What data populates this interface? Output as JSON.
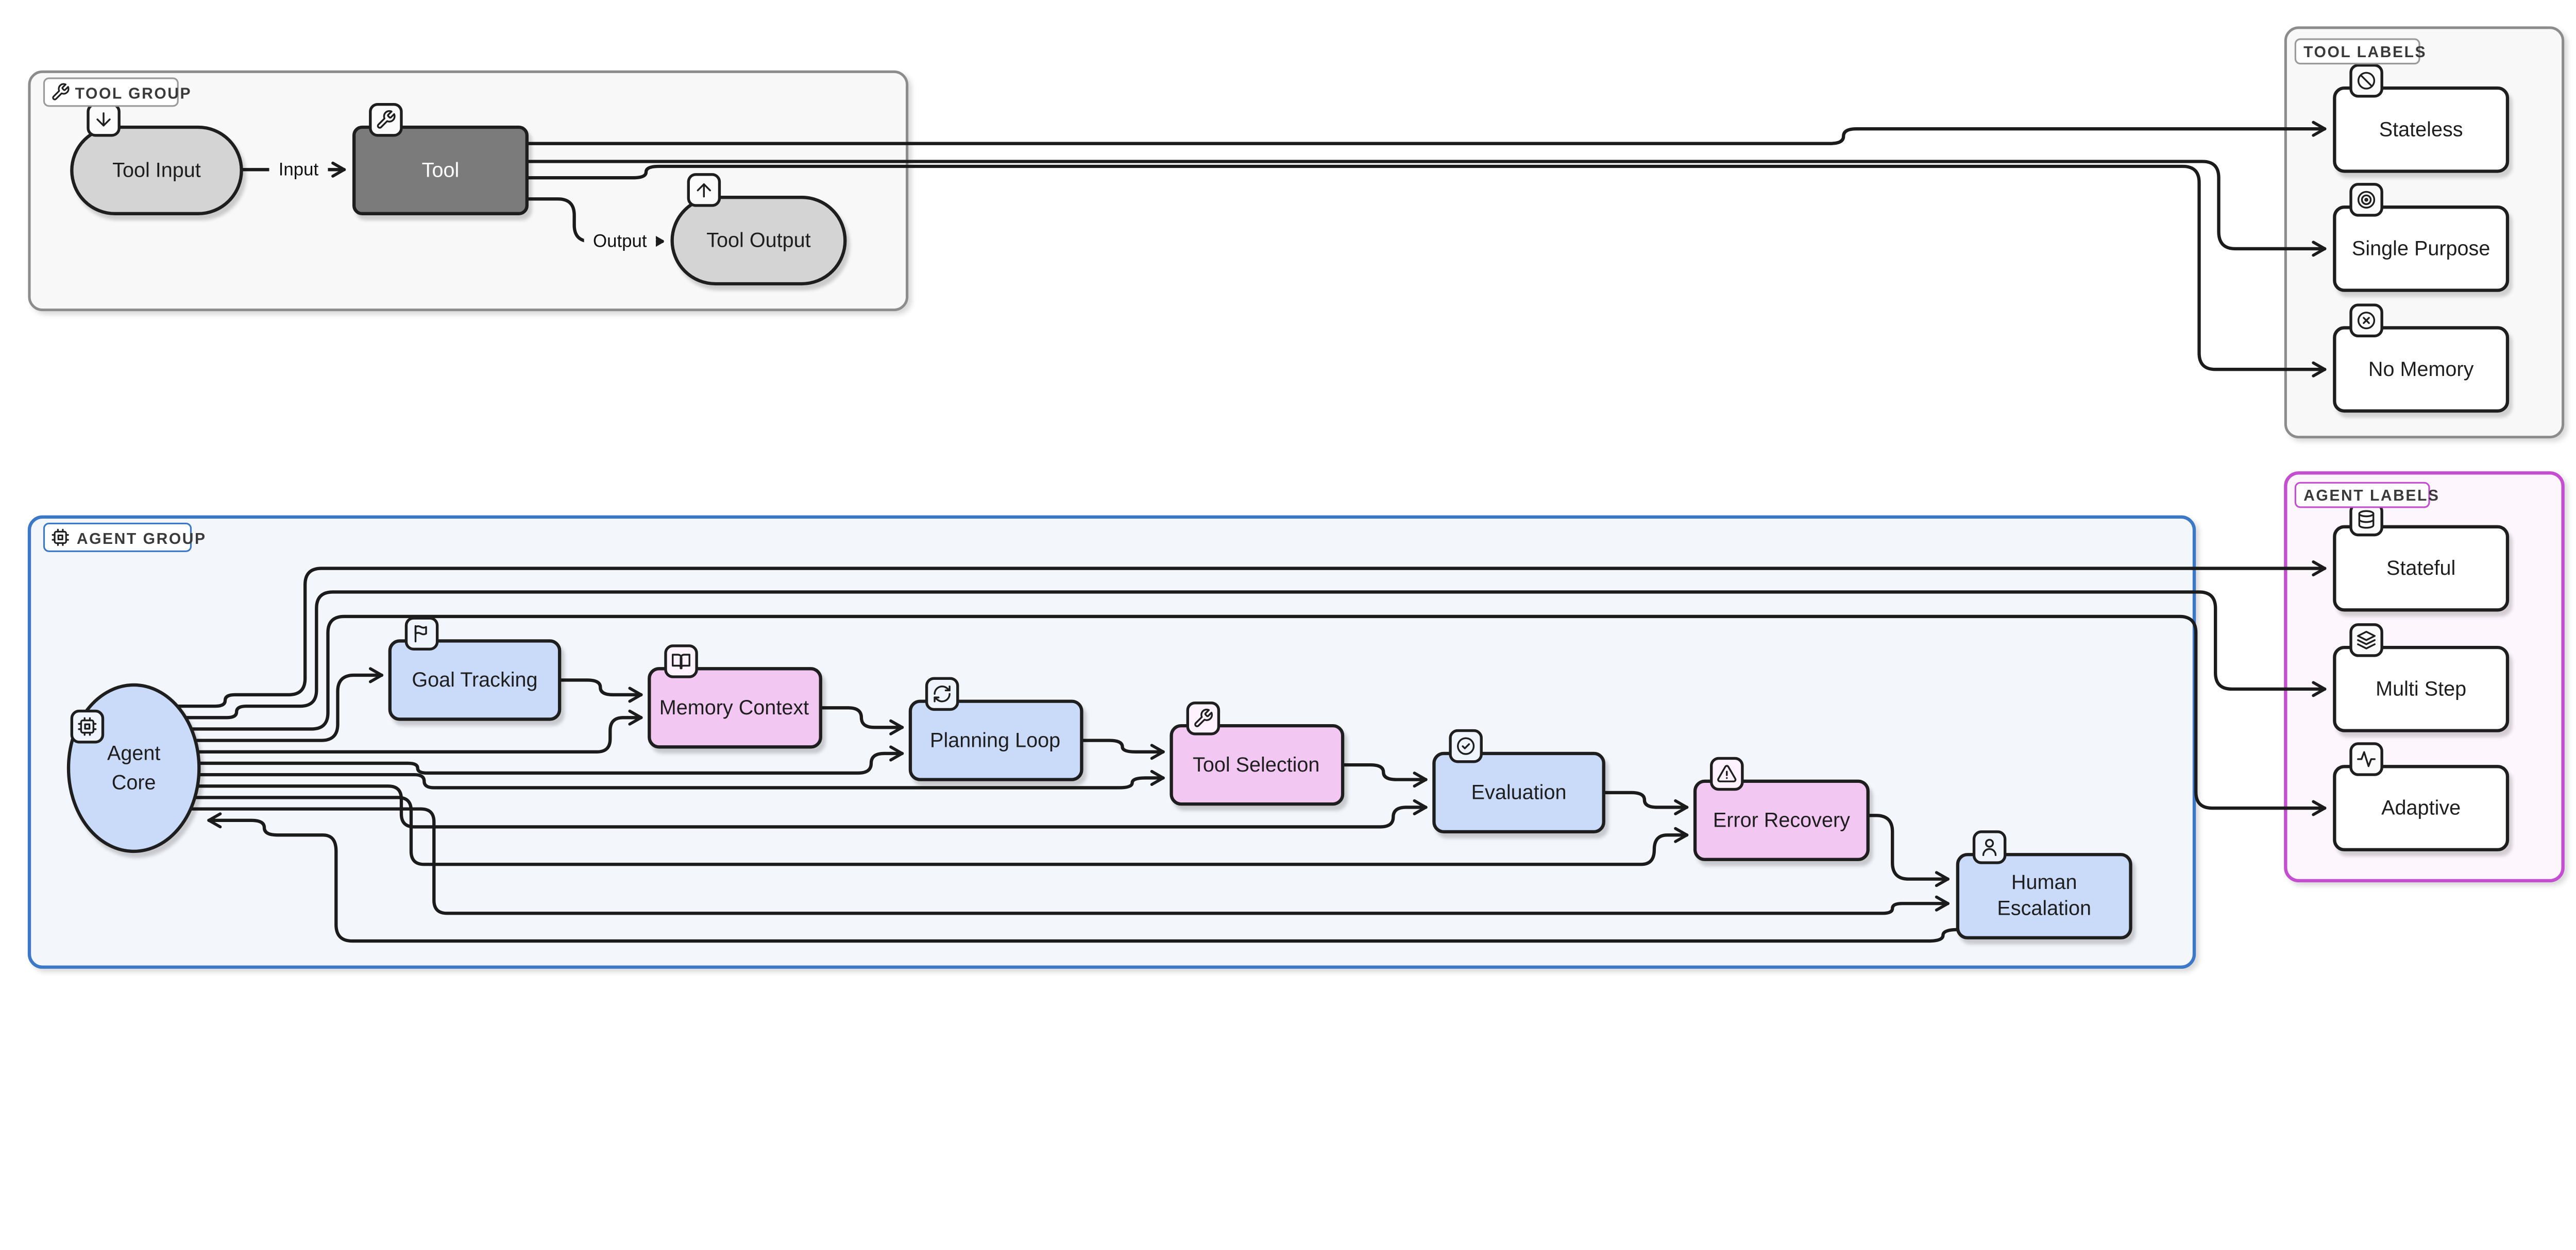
{
  "tool_group": {
    "chip": "TOOL GROUP",
    "chip_icon": "wrench-icon",
    "nodes": {
      "tool_input": {
        "label": "Tool Input",
        "icon": "arrow-down-icon"
      },
      "tool": {
        "label": "Tool",
        "icon": "wrench-icon"
      },
      "tool_output": {
        "label": "Tool Output",
        "icon": "arrow-up-icon"
      }
    },
    "edge_labels": {
      "input": "Input",
      "output": "Output"
    }
  },
  "tool_labels": {
    "chip": "TOOL LABELS",
    "items": [
      {
        "label": "Stateless",
        "icon": "ban-icon"
      },
      {
        "label": "Single Purpose",
        "icon": "target-icon"
      },
      {
        "label": "No Memory",
        "icon": "x-circle-icon"
      }
    ]
  },
  "agent_group": {
    "chip": "AGENT GROUP",
    "chip_icon": "cpu-icon",
    "core": {
      "label": "Agent Core",
      "lines": [
        "Agent",
        "Core"
      ],
      "icon": "cpu-icon"
    },
    "nodes": [
      {
        "label": "Goal Tracking",
        "icon": "flag-icon",
        "color": "blue"
      },
      {
        "label": "Memory Context",
        "icon": "book-open-icon",
        "color": "pink"
      },
      {
        "label": "Planning Loop",
        "icon": "refresh-icon",
        "color": "blue"
      },
      {
        "label": "Tool Selection",
        "icon": "wrench-icon",
        "color": "pink"
      },
      {
        "label": "Evaluation",
        "icon": "check-circle-icon",
        "color": "blue"
      },
      {
        "label": "Error Recovery",
        "icon": "alert-triangle-icon",
        "color": "pink"
      },
      {
        "label": "Human Escalation",
        "lines": [
          "Human",
          "Escalation"
        ],
        "icon": "user-icon",
        "color": "blue"
      }
    ]
  },
  "agent_labels": {
    "chip": "AGENT LABELS",
    "items": [
      {
        "label": "Stateful",
        "icon": "database-icon"
      },
      {
        "label": "Multi Step",
        "icon": "layers-icon"
      },
      {
        "label": "Adaptive",
        "icon": "activity-icon"
      }
    ]
  },
  "colors": {
    "edge": "#1b1b1b",
    "node_blue": "#c9dbf8",
    "node_pink": "#f2c8f2",
    "node_gray": "#d4d4d4",
    "tool_dark": "#7b7b7b",
    "tool_group_border": "#8c8c8c",
    "tool_group_fill": "#f8f8f8",
    "agent_group_border": "#3b78c8",
    "agent_group_fill": "#f3f6fb",
    "agent_labels_border": "#c44dd0",
    "agent_labels_fill": "#fdf6fd"
  }
}
